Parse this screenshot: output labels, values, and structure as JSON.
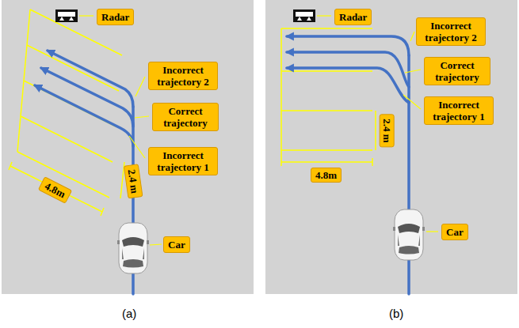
{
  "diagram": {
    "nodes": [
      {
        "text": [
          "Radar"
        ]
      },
      {
        "text": [
          "Incorrect trajectory 2"
        ]
      },
      {
        "text": [
          "Correct trajectory"
        ]
      },
      {
        "text": [
          "Incorrect trajectory 1"
        ]
      },
      {
        "text": [
          "Car"
        ]
      },
      {
        "text": [
          "Radar"
        ]
      },
      {
        "text": [
          "Incorrect trajectory 2"
        ]
      },
      {
        "text": [
          "Correct trajectory"
        ]
      },
      {
        "text": [
          "Incorrect trajectory 1"
        ]
      },
      {
        "text": [
          "Car"
        ]
      }
    ],
    "labels": [
      "4.8m",
      "2.4 m",
      "2.4 m",
      "4.8m",
      "(a)",
      "(b)"
    ]
  }
}
